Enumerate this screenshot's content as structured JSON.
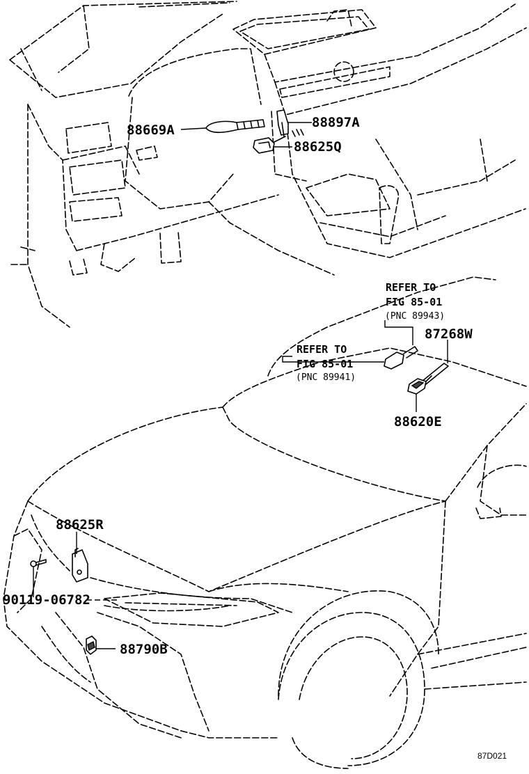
{
  "diagram": {
    "parts": {
      "p88669A": "88669A",
      "p88897A": "88897A",
      "p88625Q": "88625Q",
      "p87268W": "87268W",
      "p88620E": "88620E",
      "p88625R": "88625R",
      "p90119": "90119-06782",
      "p88790B": "88790B"
    },
    "references": {
      "ref1": {
        "line1": "REFER TO",
        "line2": "FIG 85-01",
        "pnc": "(PNC 89943)"
      },
      "ref2": {
        "line1": "REFER TO",
        "line2": "FIG 85-01",
        "pnc": "(PNC 89941)"
      }
    },
    "figure_code": "87D021"
  }
}
